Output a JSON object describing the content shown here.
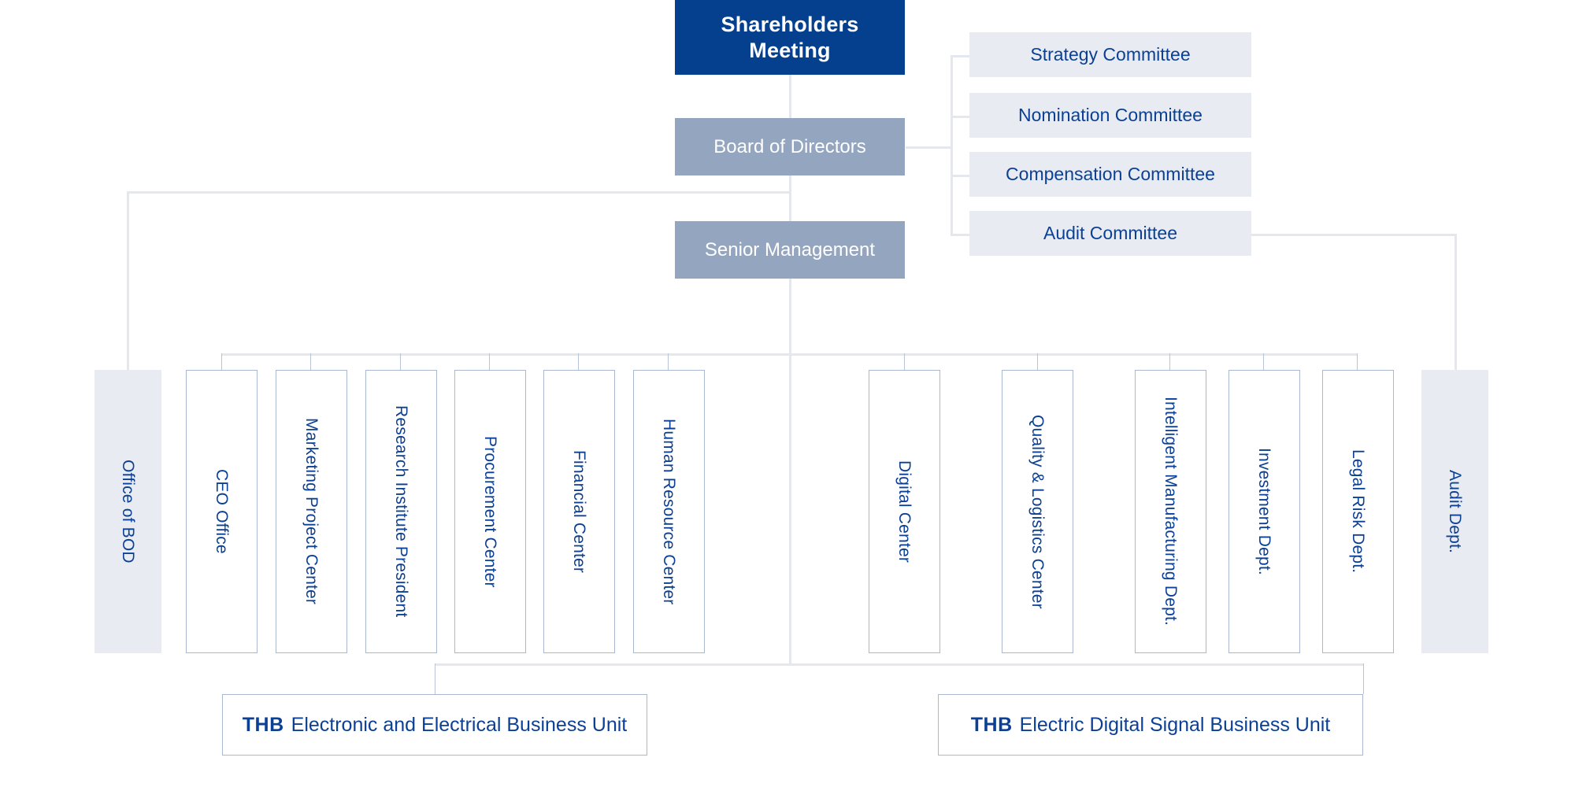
{
  "colors": {
    "primary_blue": "#05408f",
    "mid_blue_gray": "#94a5c0",
    "light_panel": "#e8ecf2",
    "text_blue": "#0b4094",
    "connector": "#e4e8ee",
    "box_border": "#a9b8cf"
  },
  "top": {
    "shareholders_meeting": "Shareholders\nMeeting",
    "shareholders_line1": "Shareholders",
    "shareholders_line2": "Meeting",
    "board_of_directors": "Board of Directors",
    "senior_management": "Senior Management"
  },
  "committees": [
    {
      "label": "Strategy Committee"
    },
    {
      "label": "Nomination Committee"
    },
    {
      "label": "Compensation Committee"
    },
    {
      "label": "Audit Committee"
    }
  ],
  "departments": [
    {
      "label": "Office of BOD",
      "style": "filled"
    },
    {
      "label": "CEO Office",
      "style": "outline"
    },
    {
      "label": "Marketing Project Center",
      "style": "outline"
    },
    {
      "label": "Research Institute President",
      "style": "outline"
    },
    {
      "label": "Procurement Center",
      "style": "outline"
    },
    {
      "label": "Financial Center",
      "style": "outline"
    },
    {
      "label": "Human Resource Center",
      "style": "outline"
    },
    {
      "label": "Digital Center",
      "style": "outline"
    },
    {
      "label": "Quality & Logistics Center",
      "style": "outline"
    },
    {
      "label": "Intelligent Manufacturing Dept.",
      "style": "outline"
    },
    {
      "label": "Investment Dept.",
      "style": "outline"
    },
    {
      "label": "Legal Risk Dept.",
      "style": "outline"
    },
    {
      "label": "Audit Dept.",
      "style": "filled"
    }
  ],
  "business_units": [
    {
      "brand": "THB",
      "label": "Electronic and Electrical Business Unit"
    },
    {
      "brand": "THB",
      "label": "Electric Digital Signal Business Unit"
    }
  ]
}
